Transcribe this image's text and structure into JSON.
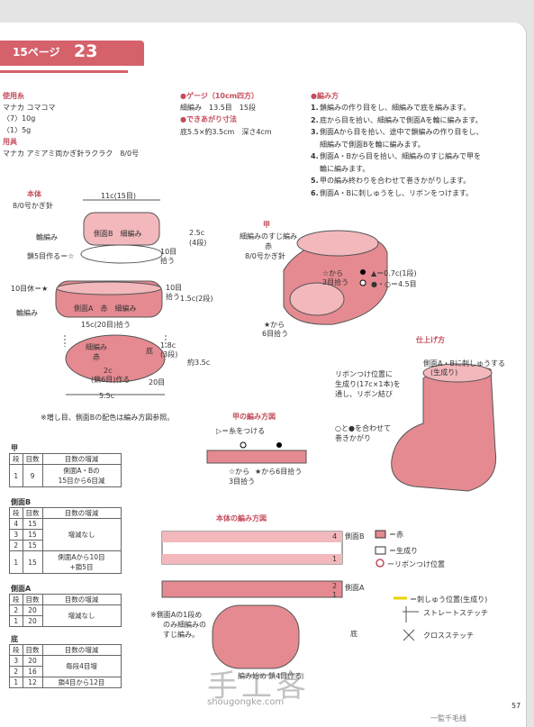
{
  "header": {
    "page_prefix": "15ページ",
    "pattern_no": "23"
  },
  "materials": {
    "yarn_heading": "使用糸",
    "yarn_name": "マナカ コマコマ",
    "yarn_1": "〈7〉10g",
    "yarn_2": "〈1〉5g",
    "tool_heading": "用具",
    "tool_name": "マナカ アミアミ両かぎ針ラクラク　8/0号"
  },
  "gauge": {
    "heading": "ゲージ（10cm四方）",
    "value": "細編み　13.5目　15段",
    "size_heading": "できあがり寸法",
    "size_value": "底5.5×約3.5cm　深さ4cm"
  },
  "instructions": {
    "heading": "編み方",
    "steps": [
      "鎖編みの作り目をし、細編みで底を編みます。",
      "底から目を拾い、細編みで側面Aを輪に編みます。",
      "側面Aから目を拾い、途中で鎖編みの作り目をし、",
      "細編みで側面Bを輪に編みます。",
      "側面A・Bから目を拾い、細編みのすじ編みで甲を",
      "輪に編みます。",
      "甲の編み終わりを合わせて巻きかがりします。",
      "側面A・Bに刺しゅうをし、リボンをつけます。"
    ],
    "numbers": [
      "1.",
      "2.",
      "3.",
      "",
      "4.",
      "",
      "5.",
      "6."
    ]
  },
  "body_diagram": {
    "title": "本体",
    "hook": "8/0号かぎ針",
    "top_width": "11c(15目)",
    "sideB_label": "側面B　細編み",
    "round": "輪編み",
    "chain5": "鎖5目作る＝☆",
    "depth_b": "2.5c",
    "rows_b": "(4段)",
    "pick10": "10目",
    "pick10b": "拾う",
    "body10": "10目休＝★",
    "sideA_label": "側面A　赤　細編み",
    "pick10c": "10目",
    "pick10d": "拾う",
    "round2": "輪編み",
    "depth_a": "1.5c(2段)",
    "base_pick": "15c(20目)拾う",
    "bottom_label1": "細編み",
    "bottom_label2": "赤",
    "bottom_label3": "底",
    "bottom_chain1": "2c",
    "bottom_chain2": "(鎖6目)作る",
    "depth_bottom": "1.8c",
    "rows_bottom": "(3段)",
    "approx": "約3.5c",
    "count20": "20目",
    "width": "5.5c",
    "note": "※増し目、側面Bの配色は編み方図参照。"
  },
  "instep": {
    "title": "甲",
    "l1": "細編みのすじ編み",
    "l2": "赤",
    "l3": "8/0号かぎ針",
    "pickA": "☆から",
    "pickA2": "3目拾う",
    "pickB": "★から",
    "pickB2": "6目拾う",
    "legend1": "▲＝0.7c(1段)",
    "legend2": "●・○＝4.5目"
  },
  "finish": {
    "title": "仕上げ方",
    "emb": "側面A・Bに刺しゅうする",
    "emb2": "(生成り)",
    "ribbon": "リボンつけ位置に",
    "ribbon2": "生成り(17c×1本)を",
    "ribbon3": "通し、リボン結び",
    "whip": "○と●を合わせて",
    "whip2": "巻きかがり"
  },
  "instep_chart": {
    "title": "甲の編み方図",
    "attach": "▷＝糸をつける",
    "from_a": "☆から",
    "from_a2": "3目拾う",
    "from_b": "★から6目拾う"
  },
  "body_chart": {
    "title": "本体の編み方図",
    "sideB": "側面B",
    "sideA": "側面A",
    "bottom": "底",
    "note1": "※側面Aの1段め",
    "note2": "のみ細編みの",
    "note3": "すじ編み。",
    "start": "編み始め",
    "chain": "鎖4目作る",
    "row4": "4",
    "row1": "1",
    "row2": "2",
    "row1b": "1"
  },
  "legend": {
    "red": "＝赤",
    "natural": "＝生成り",
    "ribbon_pos": "ーリボンつけ位置",
    "emb_pos": "＝刺しゅう位置(生成り)",
    "straight": "ストレートステッチ",
    "cross": "クロスステッチ"
  },
  "tables": {
    "kou": {
      "title": "甲",
      "head": [
        "段",
        "目数",
        "目数の増減"
      ],
      "rows": [
        [
          "1",
          "9",
          "側面A・Bの\n15目から6目減"
        ]
      ]
    },
    "sideB": {
      "title": "側面B",
      "head": [
        "段",
        "目数",
        "目数の増減"
      ],
      "rows": [
        [
          "4",
          "15",
          "増減なし"
        ],
        [
          "3",
          "15",
          ""
        ],
        [
          "2",
          "15",
          ""
        ],
        [
          "1",
          "15",
          "側面Aから10目\n+鎖5目"
        ]
      ]
    },
    "sideA": {
      "title": "側面A",
      "head": [
        "段",
        "目数",
        "目数の増減"
      ],
      "rows": [
        [
          "2",
          "20",
          "増減なし"
        ],
        [
          "1",
          "20",
          ""
        ]
      ]
    },
    "bottom": {
      "title": "底",
      "head": [
        "段",
        "目数",
        "目数の増減"
      ],
      "rows": [
        [
          "3",
          "20",
          "毎段4目増"
        ],
        [
          "2",
          "16",
          ""
        ],
        [
          "1",
          "12",
          "鎖4目から12目"
        ]
      ]
    }
  },
  "page_number": "57",
  "watermark": {
    "main": "手工客",
    "sub": "shougongke.com",
    "corner": "一監千毛线"
  },
  "colors": {
    "accent": "#d5616b",
    "pink_fill": "#e58a90",
    "light_pink": "#f2b8bc",
    "natural": "#ffffff"
  }
}
